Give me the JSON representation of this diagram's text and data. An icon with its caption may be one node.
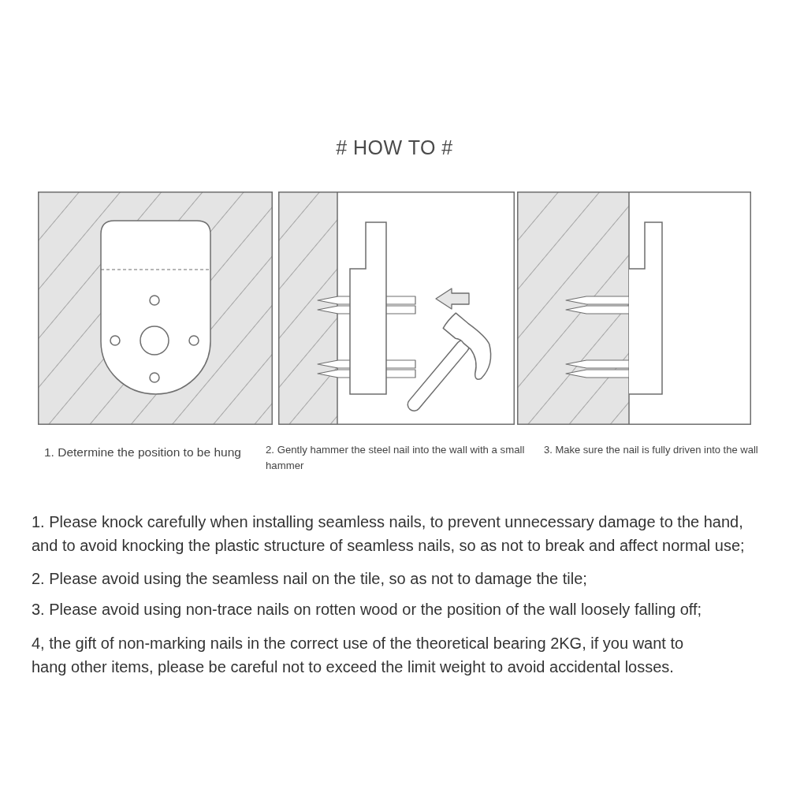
{
  "diagram": {
    "title": "# HOW TO #",
    "labels": [
      "1. Determine the position to be hung",
      "2. Gently hammer the steel nail into the wall with a small hammer",
      "3. Make sure the nail is fully driven into the wall",
      "1. Please knock carefully when installing seamless nails, to prevent unnecessary damage to the hand, and to avoid knocking the plastic structure of seamless nails, so as not to break and affect normal use;",
      "2. Please avoid using the seamless nail on the tile, so as not to damage the tile;",
      "3. Please avoid using non-trace nails on rotten wood or the position of the wall loosely falling off;",
      "4, the gift of non-marking nails in the correct use of the theoretical bearing 2KG, if you want to hang other items, please be careful not to exceed the limit weight to avoid accidental losses."
    ]
  }
}
